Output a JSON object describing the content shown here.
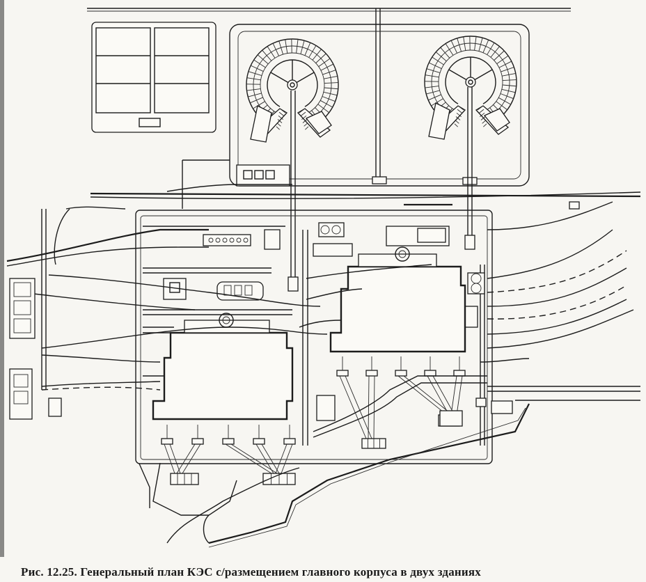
{
  "figure": {
    "caption": "Рис. 12.25. Генеральный план КЭС с/размещением главного корпуса в двух зданиях"
  },
  "plan": {
    "cooling_towers": [
      {
        "name": "cooling-tower-left"
      },
      {
        "name": "cooling-tower-right"
      }
    ],
    "main_buildings": [
      {
        "name": "main-building-left"
      },
      {
        "name": "main-building-right"
      }
    ]
  }
}
